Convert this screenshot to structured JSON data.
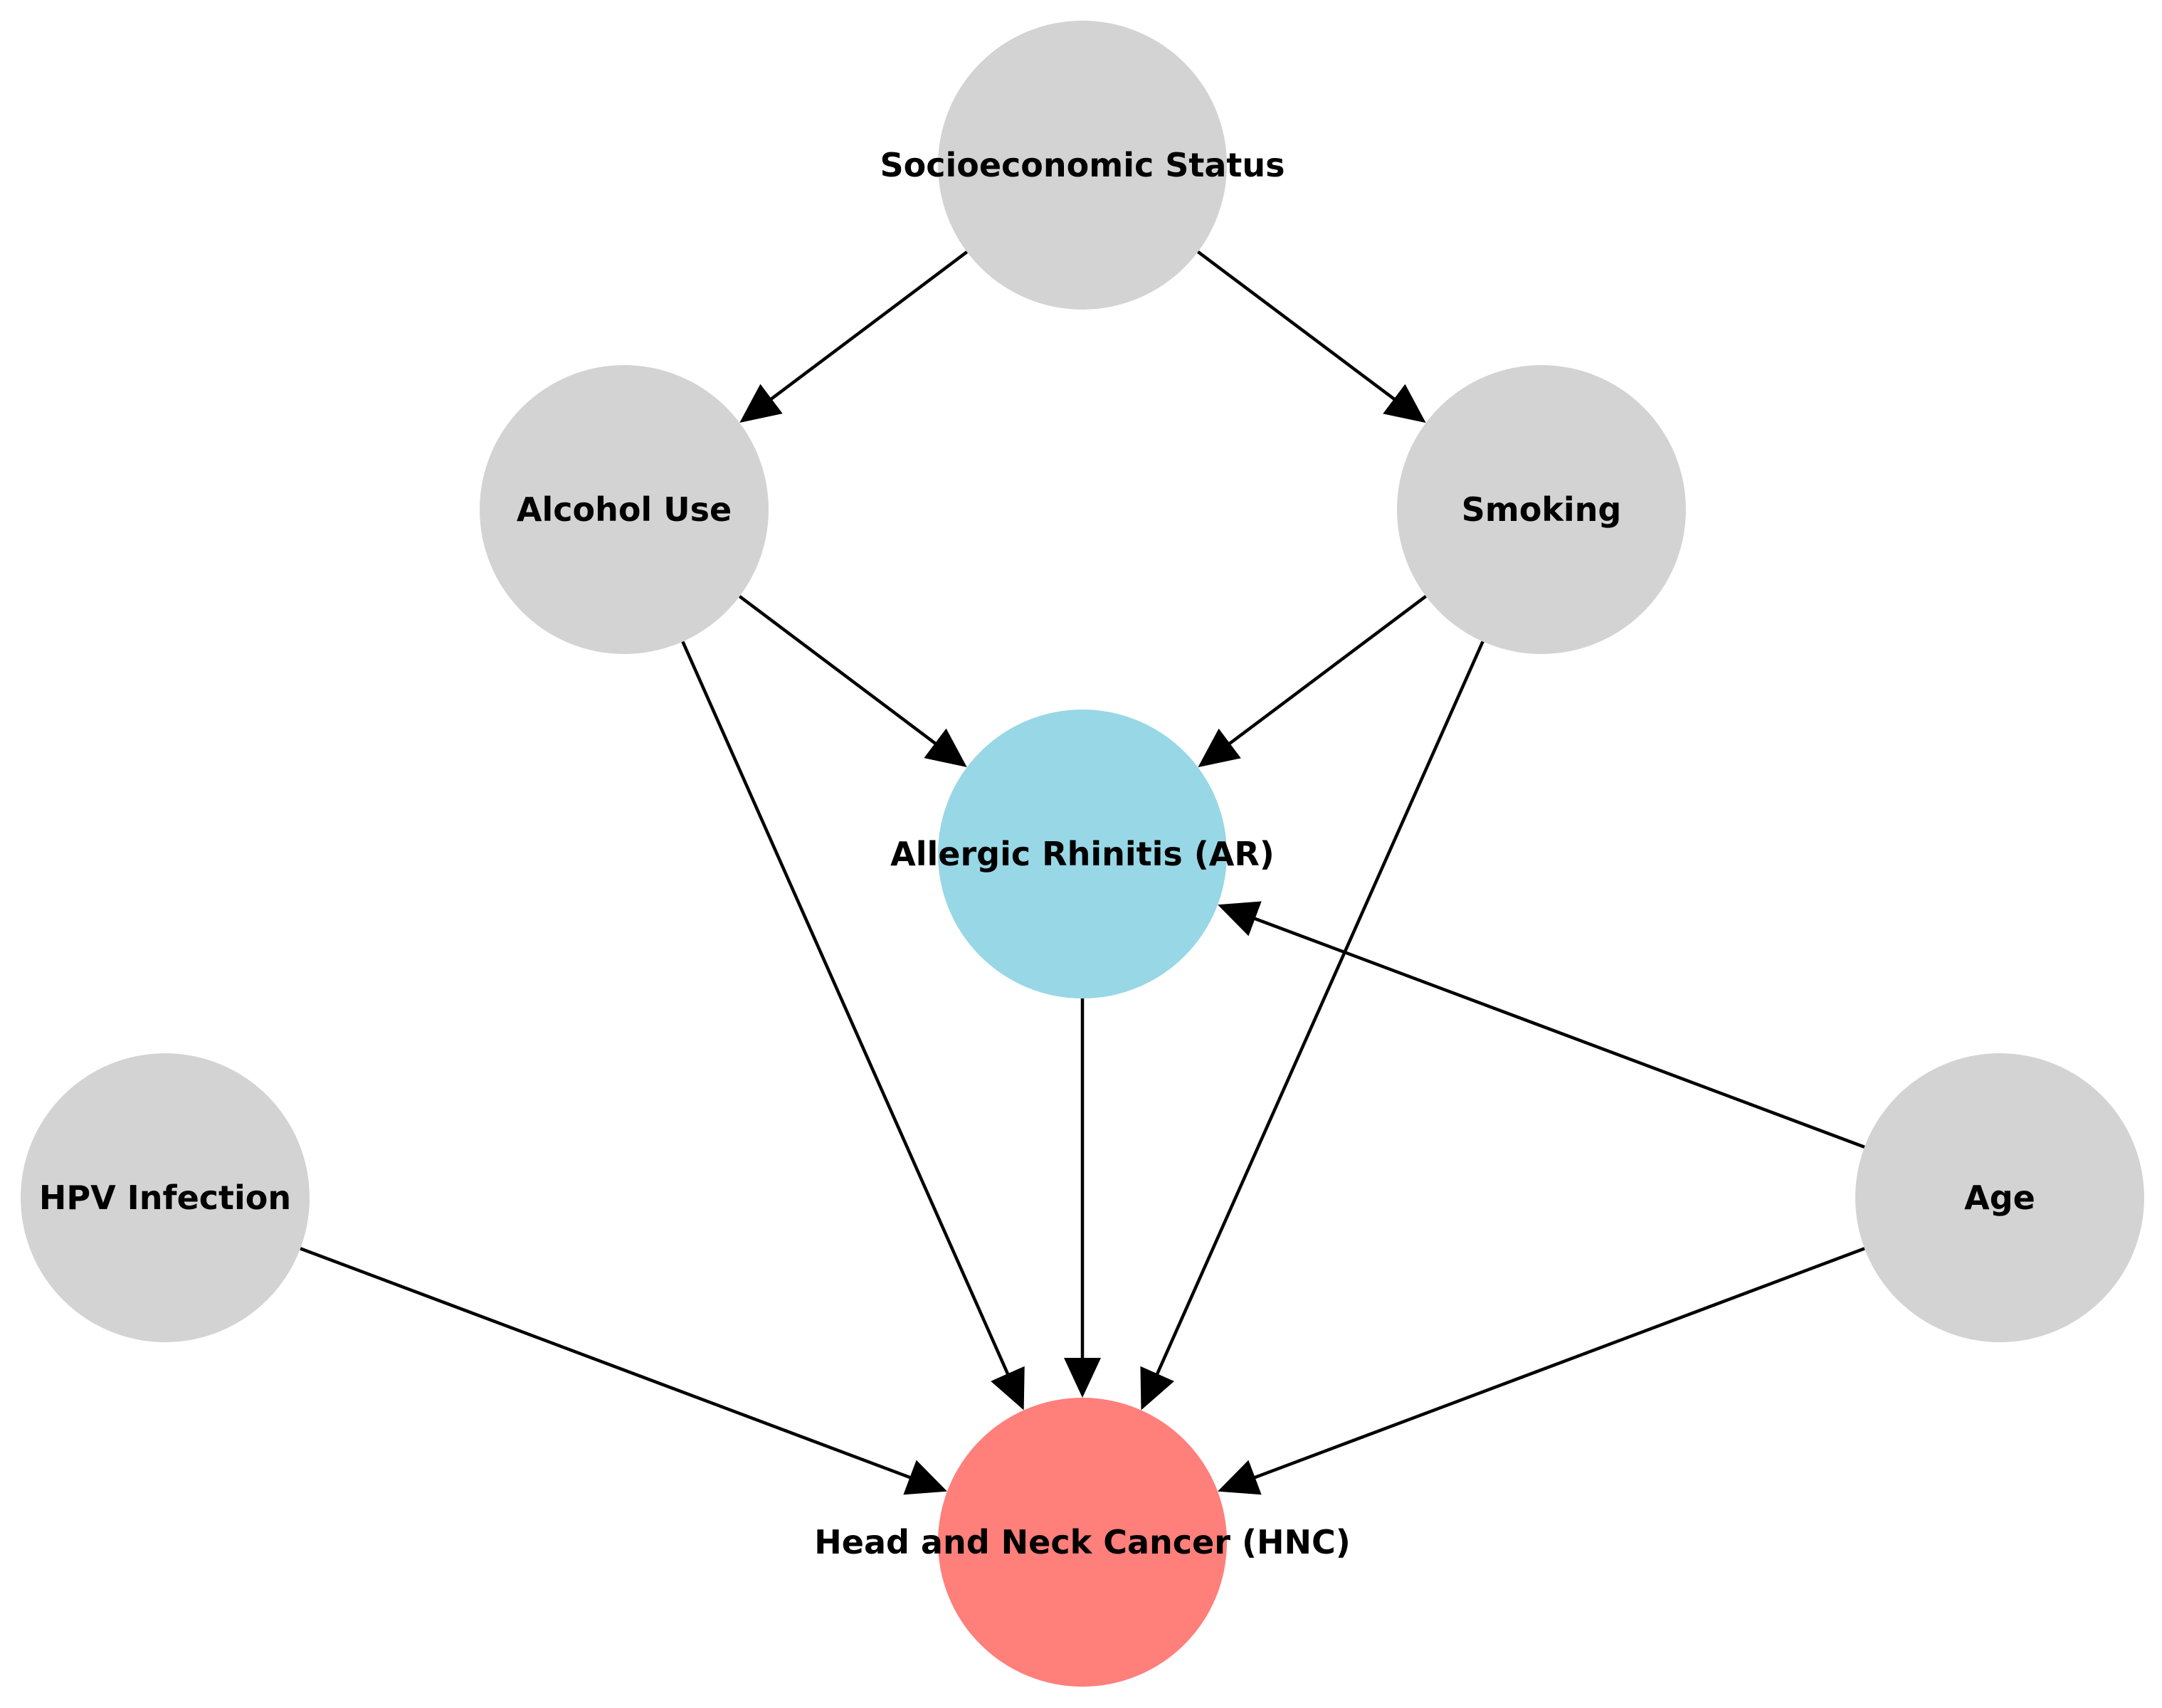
{
  "diagram": {
    "type": "directed-acyclic-graph",
    "colors": {
      "default_node": "#d3d3d3",
      "exposure_node": "#98d7e6",
      "outcome_node": "#ff7f7b",
      "edge": "#000000",
      "label": "#000000"
    },
    "nodes": [
      {
        "id": "ses",
        "label": "Socioeconomic Status",
        "role": "covariate"
      },
      {
        "id": "alcohol",
        "label": "Alcohol Use",
        "role": "covariate"
      },
      {
        "id": "smoking",
        "label": "Smoking",
        "role": "covariate"
      },
      {
        "id": "ar",
        "label": "Allergic Rhinitis (AR)",
        "role": "exposure"
      },
      {
        "id": "hpv",
        "label": "HPV Infection",
        "role": "covariate"
      },
      {
        "id": "age",
        "label": "Age",
        "role": "covariate"
      },
      {
        "id": "hnc",
        "label": "Head and Neck Cancer (HNC)",
        "role": "outcome"
      }
    ],
    "edges": [
      {
        "from": "ses",
        "to": "alcohol"
      },
      {
        "from": "ses",
        "to": "smoking"
      },
      {
        "from": "alcohol",
        "to": "ar"
      },
      {
        "from": "smoking",
        "to": "ar"
      },
      {
        "from": "alcohol",
        "to": "hnc"
      },
      {
        "from": "smoking",
        "to": "hnc"
      },
      {
        "from": "ar",
        "to": "hnc"
      },
      {
        "from": "age",
        "to": "ar"
      },
      {
        "from": "hpv",
        "to": "hnc"
      },
      {
        "from": "age",
        "to": "hnc"
      }
    ]
  }
}
